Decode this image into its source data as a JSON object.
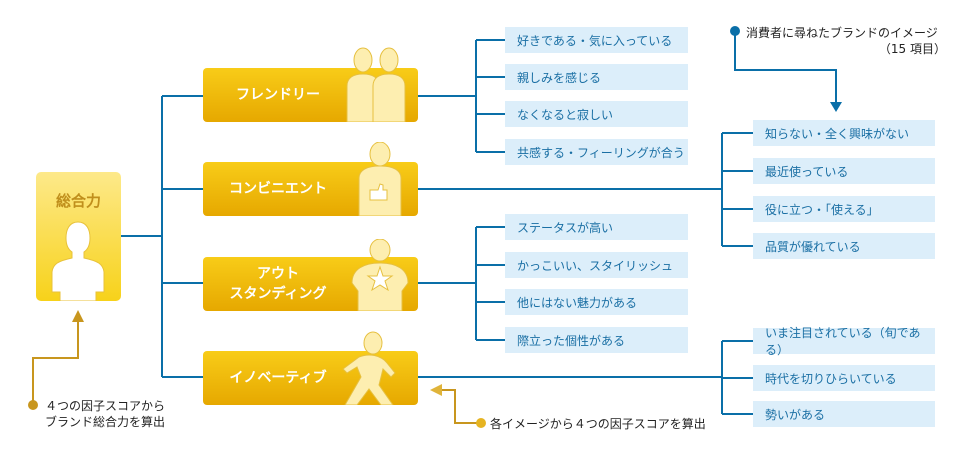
{
  "total": {
    "label": "総合力"
  },
  "factors": [
    {
      "label": "フレンドリー",
      "items": [
        "好きである・気に入っている",
        "親しみを感じる",
        "なくなると寂しい",
        "共感する・フィーリングが合う"
      ]
    },
    {
      "label": "コンビニエント",
      "items": [
        "知らない・全く興味がない",
        "最近使っている",
        "役に立つ・「使える」",
        "品質が優れている"
      ]
    },
    {
      "label": "アウト\nスタンディング",
      "label_line1": "アウト",
      "label_line2": "スタンディング",
      "items": [
        "ステータスが高い",
        "かっこいい、スタイリッシュ",
        "他にはない魅力がある",
        "際立った個性がある"
      ]
    },
    {
      "label": "イノベーティブ",
      "items": [
        "いま注目されている（旬である）",
        "時代を切りひらいている",
        "勢いがある"
      ]
    }
  ],
  "notes": {
    "top_line1": "消費者に尋ねたブランドのイメージ",
    "top_line2": "（15 項目）",
    "bottom_left_line1": "４つの因子スコアから",
    "bottom_left_line2": "ブランド総合力を算出",
    "bottom_mid": "各イメージから４つの因子スコアを算出"
  },
  "colors": {
    "line_blue": "#0a6fa8",
    "gold": "#c8961e",
    "item_bg": "#dceefa",
    "factor": "#f0b90c"
  }
}
